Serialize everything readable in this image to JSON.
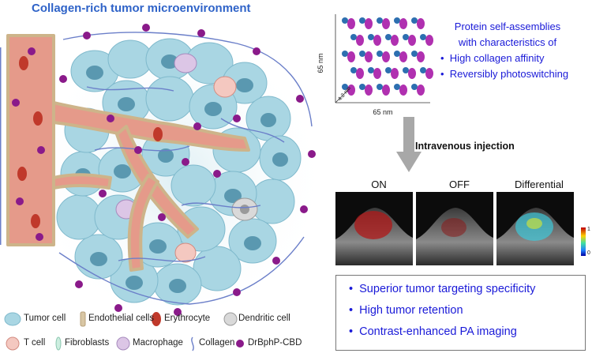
{
  "title": "Collagen-rich tumor microenvironment",
  "assembly": {
    "dim_height": "65 nm",
    "dim_width": "65 nm",
    "dim_depth": "4.2 nm"
  },
  "features": {
    "heading_line1": "Protein self-assemblies",
    "heading_line2": "with characteristics of",
    "items": [
      "High collagen affinity",
      "Reversibly photoswitching"
    ]
  },
  "injection": "Intravenous injection",
  "pa_images": {
    "labels": [
      "ON",
      "OFF",
      "Differential"
    ],
    "colorbar": {
      "max": "1",
      "min": "0"
    }
  },
  "benefits": [
    "Superior tumor targeting specificity",
    "High tumor retention",
    "Contrast-enhanced PA imaging"
  ],
  "bullet": "•",
  "legend": [
    "Tumor cell",
    "Endothelial cells",
    "Erythrocyte",
    "Dendritic cell",
    "T cell",
    "Fibroblasts",
    "Macrophage",
    "Collagen",
    "DrBphP-CBD"
  ],
  "colors": {
    "title": "#2f63c8",
    "blue_text": "#1a1ad8",
    "tumor_cell": "#a9d6e3",
    "vessel": "#e59a8a",
    "erythrocyte": "#c0392b",
    "probe": "#8a1a8a",
    "protein_magenta": "#b030b0",
    "protein_blue": "#2d6fb0"
  }
}
